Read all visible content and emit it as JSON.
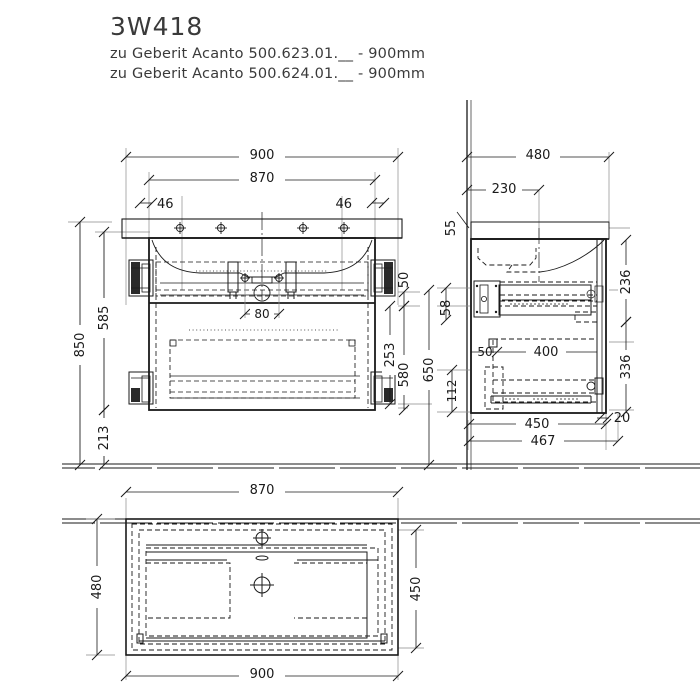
{
  "title": {
    "code": "3W418",
    "line1": "zu Geberit Acanto 500.623.01.__ - 900mm",
    "line2": "zu Geberit Acanto 500.624.01.__ - 900mm"
  },
  "drawing": {
    "type": "technical-drawing",
    "discipline": "bathroom-furniture-cad",
    "units": "mm",
    "line_color": "#1a1a1a",
    "thin_line_color": "#8a8a8a",
    "views": [
      "front-elevation",
      "side-elevation",
      "plan-view"
    ]
  },
  "front_view": {
    "name": "front-elevation",
    "dimensions": {
      "overall_width": "900",
      "cabinet_width": "870",
      "inset_left": "46",
      "inset_right": "46",
      "overall_height": "850",
      "upper_height": "585",
      "lower_height": "213",
      "top_offset": "50",
      "drawer_upper": "253",
      "cabinet_height": "580",
      "drain_width": "80"
    }
  },
  "side_view": {
    "name": "side-elevation",
    "dimensions": {
      "overall_depth": "480",
      "basin_depth": "230",
      "wall_thickness": "55",
      "upper_offset": "58",
      "drawer_upper_height": "236",
      "drawer_lower_height": "336",
      "inner_depth": "400",
      "inner_offset": "50",
      "lower_offset": "112",
      "carcass_depth": "450",
      "total_depth": "467",
      "front_gap": "20",
      "height_650": "650"
    }
  },
  "plan_view": {
    "name": "plan-view",
    "dimensions": {
      "cabinet_width": "870",
      "overall_width": "900",
      "overall_depth": "480",
      "cabinet_depth": "450"
    }
  }
}
